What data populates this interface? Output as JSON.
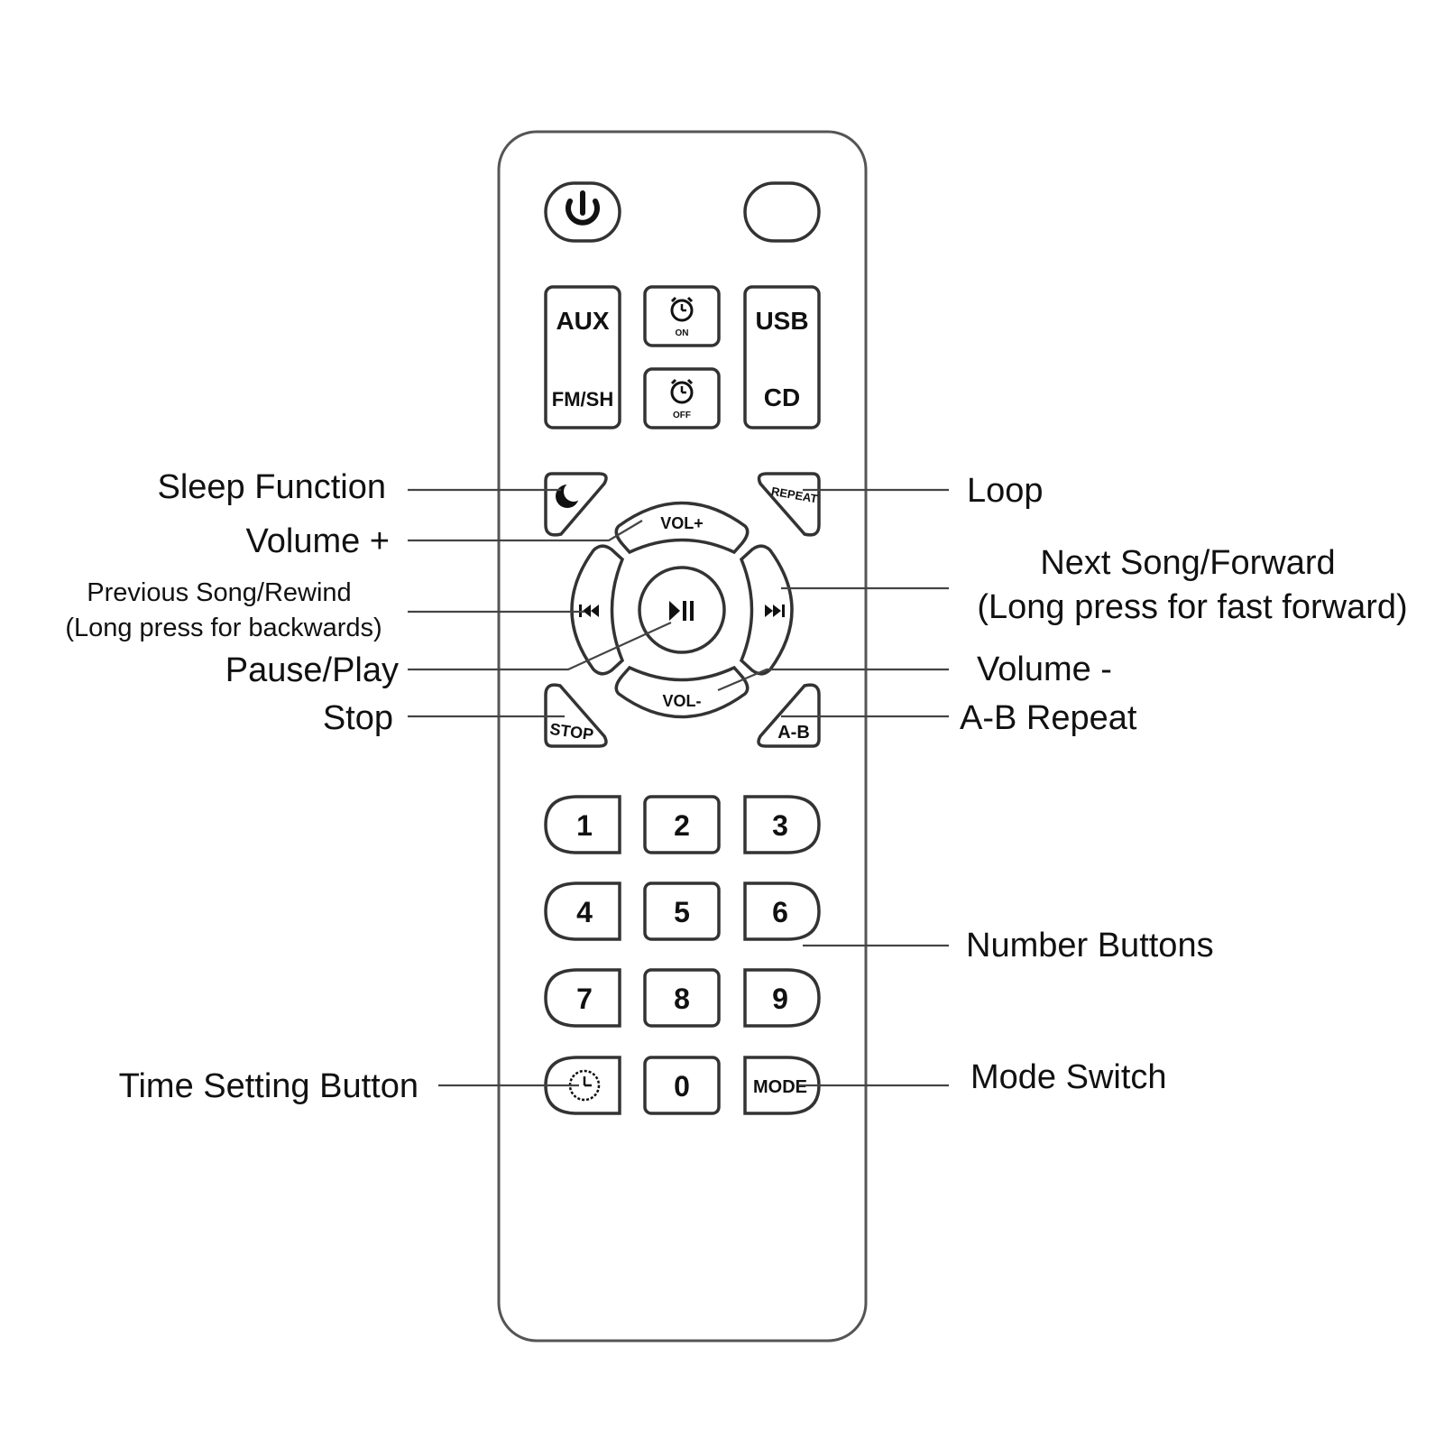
{
  "colors": {
    "outline": "#333333",
    "text": "#111111",
    "background": "#ffffff"
  },
  "remote": {
    "power_icon": "power-icon",
    "buttons": {
      "aux": "AUX",
      "fm_sh": "FM/SH",
      "usb": "USB",
      "cd": "CD",
      "alarm_on_icon": "alarm-clock-icon",
      "alarm_on": "ON",
      "alarm_off_icon": "alarm-clock-icon",
      "alarm_off": "OFF",
      "sleep_icon": "moon-icon",
      "repeat": "REPEAT",
      "vol_plus": "VOL+",
      "vol_minus": "VOL-",
      "prev_icon": "skip-previous-icon",
      "play_pause_icon": "play-pause-icon",
      "next_icon": "skip-next-icon",
      "stop": "STOP",
      "ab": "A-B",
      "clock_icon": "clock-icon",
      "mode": "MODE"
    },
    "number_keys": [
      "1",
      "2",
      "3",
      "4",
      "5",
      "6",
      "7",
      "8",
      "9",
      "0"
    ]
  },
  "callouts": {
    "sleep": "Sleep Function",
    "volume_plus": "Volume +",
    "previous_line1": "Previous Song/Rewind",
    "previous_line2": "(Long press for backwards)",
    "pause_play": "Pause/Play",
    "stop": "Stop",
    "time_setting": "Time Setting Button",
    "loop": "Loop",
    "next_line1": "Next Song/Forward",
    "next_line2": "(Long press for fast forward)",
    "volume_minus": "Volume -",
    "ab_repeat": "A-B Repeat",
    "number_buttons": "Number Buttons",
    "mode_switch": "Mode Switch"
  }
}
